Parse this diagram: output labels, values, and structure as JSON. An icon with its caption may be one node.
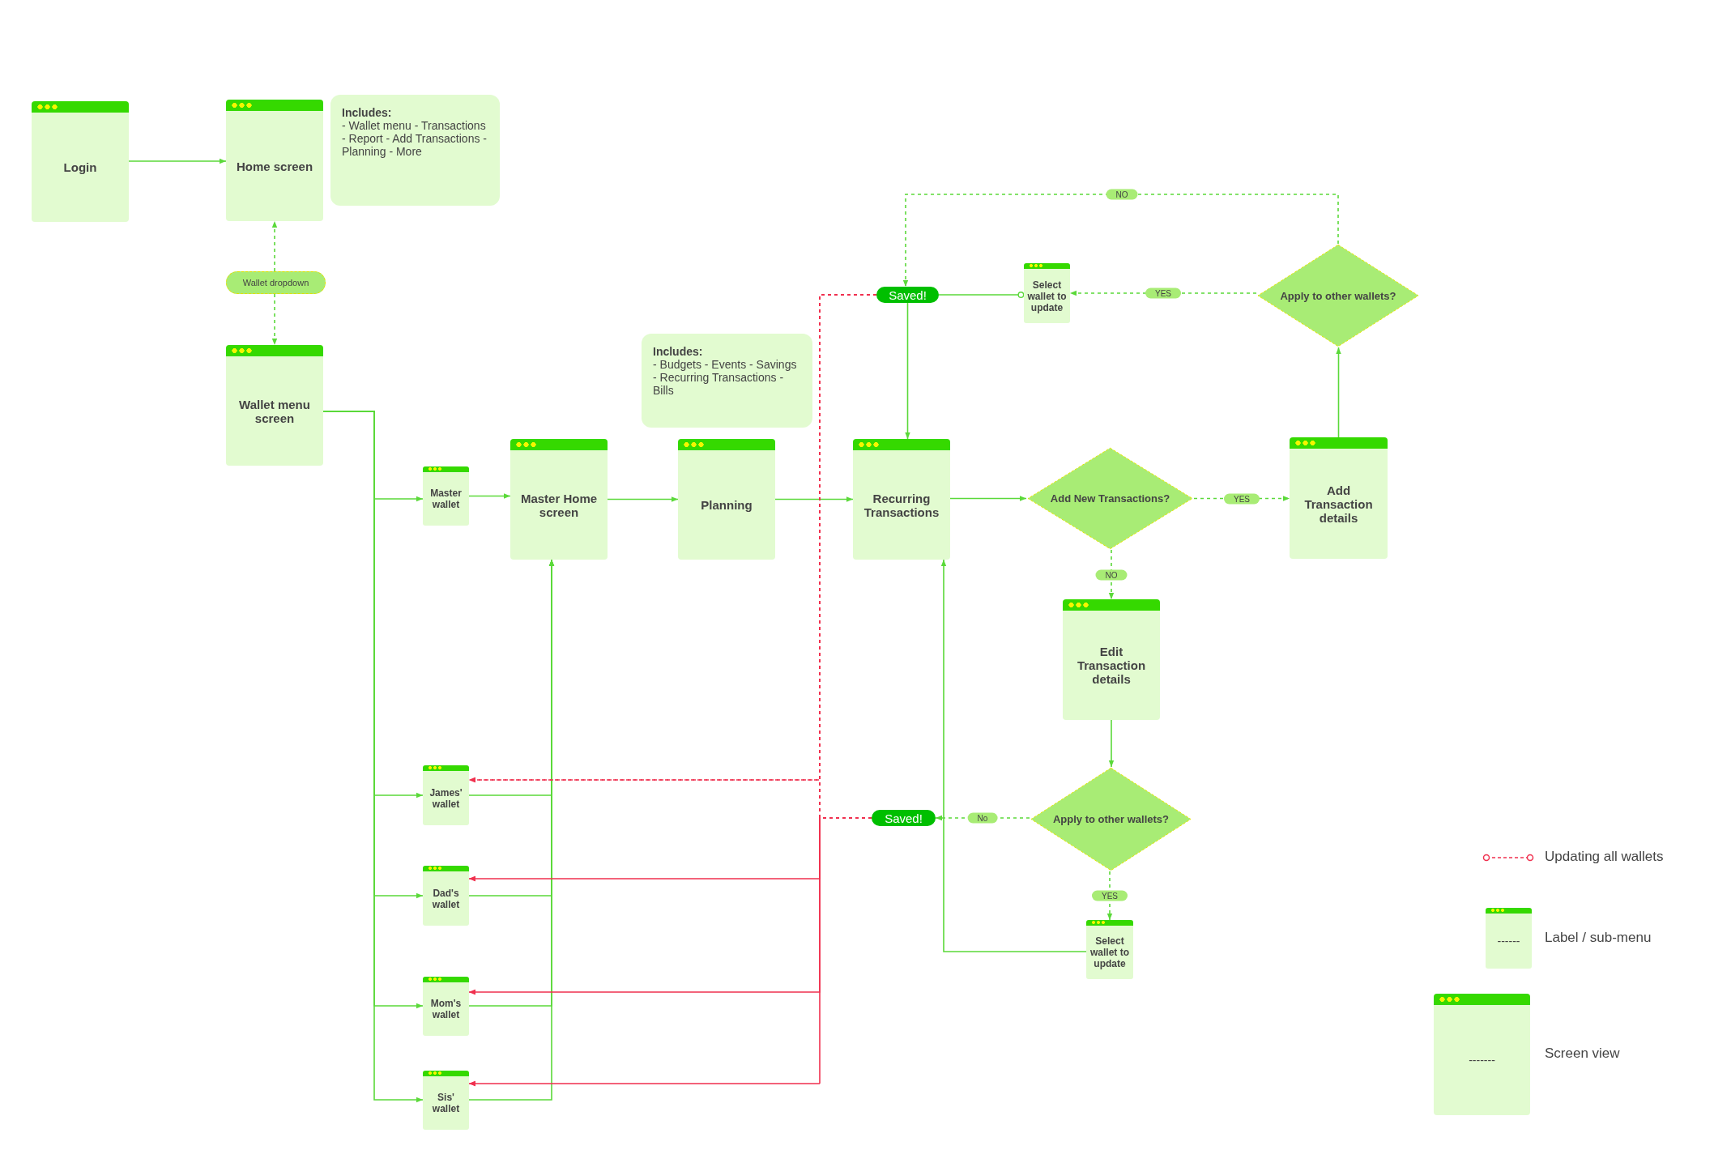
{
  "diagram": {
    "nodes": [
      {
        "text": [
          "Login"
        ]
      },
      {
        "text": [
          "Home screen"
        ]
      },
      {
        "text": [
          "Includes:",
          "- Wallet menu - Transactions - Report - Add Transactions - Planning - More"
        ]
      },
      {
        "text": [
          "Wallet dropdown"
        ]
      },
      {
        "text": [
          "Wallet menu screen"
        ]
      },
      {
        "text": [
          "Master wallet"
        ]
      },
      {
        "text": [
          "James' wallet"
        ]
      },
      {
        "text": [
          "Dad's wallet"
        ]
      },
      {
        "text": [
          "Mom's wallet"
        ]
      },
      {
        "text": [
          "Sis' wallet"
        ]
      },
      {
        "text": [
          "Master Home screen"
        ]
      },
      {
        "text": [
          "Includes:",
          "- Budgets - Events - Savings - Recurring Transactions - Bills"
        ]
      },
      {
        "text": [
          "Planning"
        ]
      },
      {
        "text": [
          "Recurring Transactions"
        ]
      },
      {
        "text": [
          "Saved!"
        ]
      },
      {
        "text": [
          "Select wallet to update"
        ]
      },
      {
        "text": [
          "Apply to other wallets?"
        ]
      },
      {
        "text": [
          "Add New Transactions?"
        ]
      },
      {
        "text": [
          "Add Transaction details"
        ]
      },
      {
        "text": [
          "Edit Transaction details"
        ]
      },
      {
        "text": [
          "Apply to other wallets?"
        ]
      },
      {
        "text": [
          "Saved!"
        ]
      },
      {
        "text": [
          "Select wallet to update"
        ]
      },
      {
        "text": [
          "------"
        ]
      },
      {
        "text": [
          "-------"
        ]
      }
    ],
    "edges": [
      {
        "from": 0,
        "to": 1,
        "arrow": "to"
      },
      {
        "from": 3,
        "to": 1,
        "arrow": "to",
        "style": "dashed"
      },
      {
        "from": 3,
        "to": 4,
        "arrow": "to",
        "style": "dashed"
      },
      {
        "from": 4,
        "to": 5,
        "arrow": "to"
      },
      {
        "from": 4,
        "to": 6,
        "arrow": "to"
      },
      {
        "from": 4,
        "to": 7,
        "arrow": "to"
      },
      {
        "from": 4,
        "to": 8,
        "arrow": "to"
      },
      {
        "from": 4,
        "to": 9,
        "arrow": "to"
      },
      {
        "from": 5,
        "to": 10,
        "arrow": "to"
      },
      {
        "from": 6,
        "to": 10,
        "arrow": "to"
      },
      {
        "from": 7,
        "to": 10,
        "arrow": "to"
      },
      {
        "from": 8,
        "to": 10,
        "arrow": "to"
      },
      {
        "from": 9,
        "to": 10,
        "arrow": "to"
      },
      {
        "from": 10,
        "to": 12,
        "arrow": "to"
      },
      {
        "from": 12,
        "to": 13,
        "arrow": "to"
      },
      {
        "from": 13,
        "to": 17,
        "arrow": "to"
      },
      {
        "from": 17,
        "to": 18,
        "arrow": "to",
        "style": "dashed",
        "label": "YES"
      },
      {
        "from": 17,
        "to": 19,
        "arrow": "to",
        "style": "dashed",
        "label": "NO"
      },
      {
        "from": 18,
        "to": 16,
        "arrow": "to"
      },
      {
        "from": 16,
        "to": 15,
        "arrow": "to",
        "style": "dashed",
        "label": "YES"
      },
      {
        "from": 16,
        "to": 14,
        "arrow": "to",
        "style": "dashed",
        "label": "NO"
      },
      {
        "from": 14,
        "to": 15,
        "arrow": "other"
      },
      {
        "from": 14,
        "to": 13,
        "arrow": "to"
      },
      {
        "from": 19,
        "to": 20,
        "arrow": "to"
      },
      {
        "from": 20,
        "to": 21,
        "arrow": "to",
        "style": "dashed",
        "label": "No"
      },
      {
        "from": 20,
        "to": 22,
        "arrow": "to",
        "style": "dashed",
        "label": "YES"
      },
      {
        "from": 22,
        "to": 13,
        "arrow": "to"
      },
      {
        "from": 14,
        "to": 6,
        "arrow": "to",
        "style": "dashed",
        "color": "#f0314f"
      },
      {
        "from": 14,
        "to": 7,
        "arrow": "to",
        "style": "dashed",
        "color": "#f0314f"
      },
      {
        "from": 14,
        "to": 8,
        "arrow": "to",
        "style": "dashed",
        "color": "#f0314f"
      },
      {
        "from": 14,
        "to": 9,
        "arrow": "to",
        "style": "dashed",
        "color": "#f0314f"
      },
      {
        "from": 21,
        "to": 6,
        "arrow": "to",
        "style": "dashed",
        "color": "#f0314f"
      },
      {
        "from": 21,
        "to": 7,
        "arrow": "to",
        "style": "dashed",
        "color": "#f0314f"
      },
      {
        "from": 21,
        "to": 8,
        "arrow": "to",
        "style": "dashed",
        "color": "#f0314f"
      },
      {
        "from": 21,
        "to": 9,
        "arrow": "to",
        "style": "dashed",
        "color": "#f0314f"
      }
    ],
    "legend": [
      {
        "text": "Updating all wallets"
      },
      {
        "text": "Label / sub-menu"
      },
      {
        "text": "Screen view"
      }
    ]
  }
}
